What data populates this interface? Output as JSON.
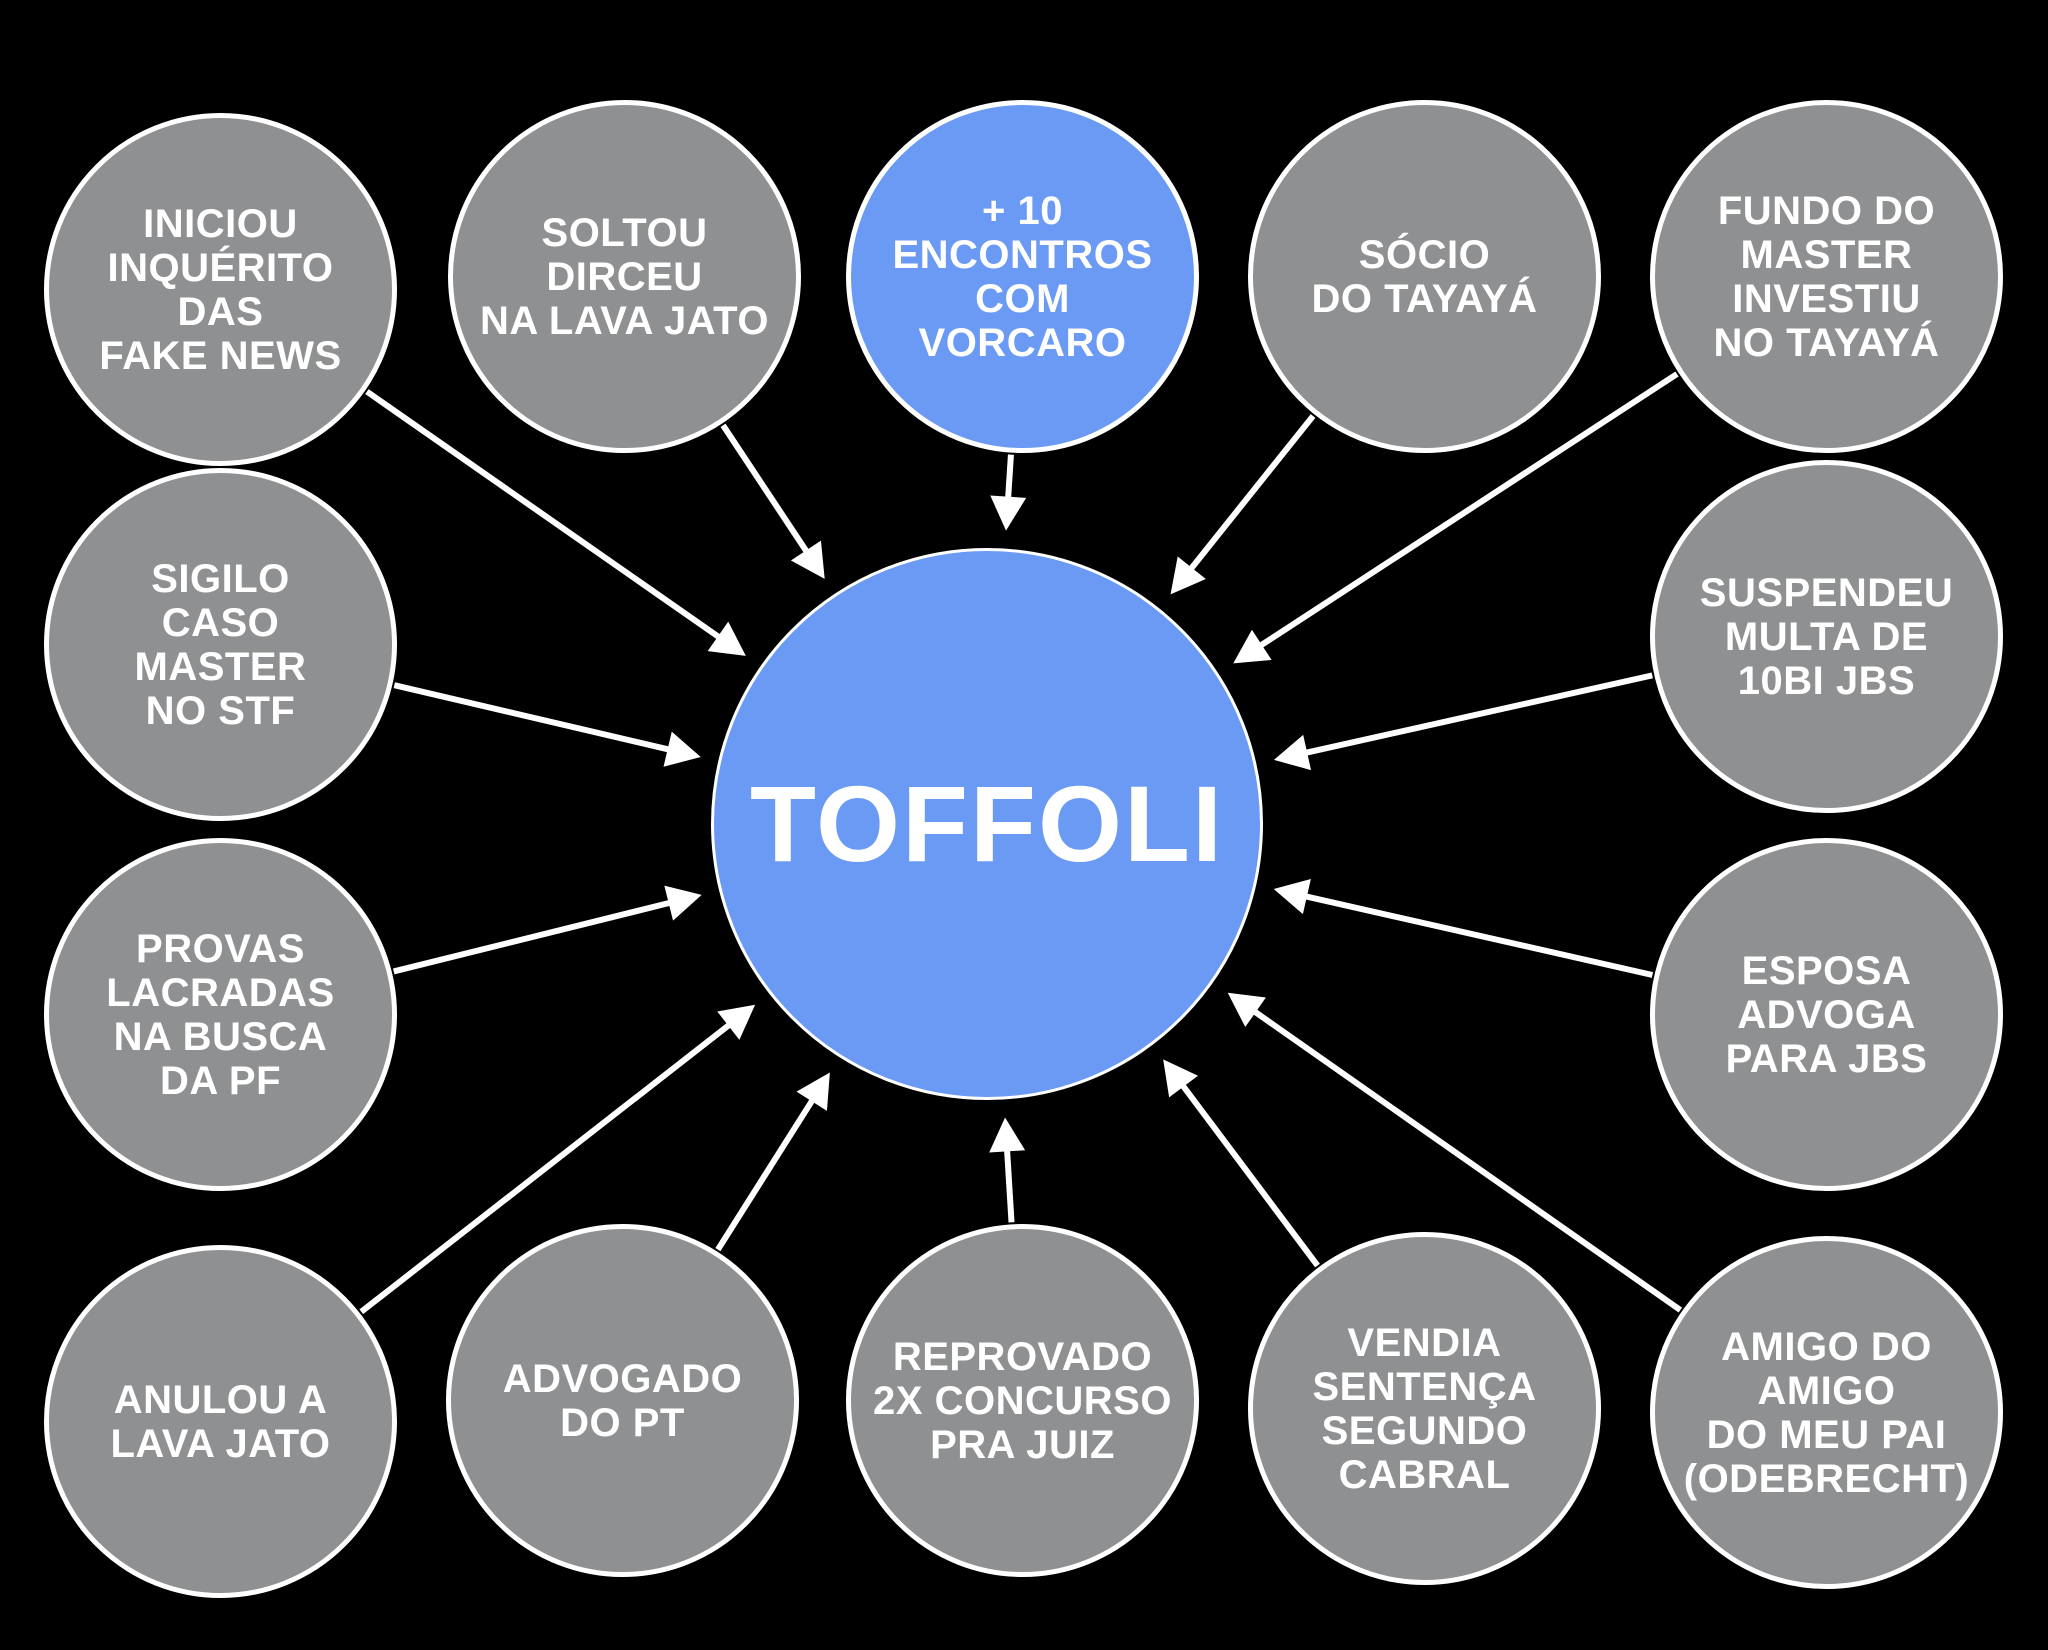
{
  "colors": {
    "background": "#000000",
    "node_fill": "#8f9092",
    "highlight_fill": "#6b9af4",
    "center_fill": "#6b9af4",
    "outline": "#ffffff",
    "text": "#ffffff",
    "arrow": "#ffffff"
  },
  "center": {
    "label": "TOFFOLI"
  },
  "nodes": [
    {
      "id": "inquerito-fake-news",
      "label": "INICIOU\nINQUÉRITO\nDAS\nFAKE NEWS"
    },
    {
      "id": "soltou-dirceu",
      "label": "SOLTOU DIRCEU\nNA LAVA JATO"
    },
    {
      "id": "encontros-vorcaro",
      "label": "+ 10\nENCONTROS\nCOM\nVORCARO",
      "highlight": true
    },
    {
      "id": "socio-tayaya",
      "label": "SÓCIO\nDO TAYAYÁ"
    },
    {
      "id": "fundo-master",
      "label": "FUNDO DO\nMASTER\nINVESTIU\nNO TAYAYÁ"
    },
    {
      "id": "sigilo-master",
      "label": "SIGILO\nCASO\nMASTER\nNO STF"
    },
    {
      "id": "suspendeu-multa",
      "label": "SUSPENDEU\nMULTA DE\n10BI JBS"
    },
    {
      "id": "provas-lacradas",
      "label": "PROVAS\nLACRADAS\nNA BUSCA\nDA PF"
    },
    {
      "id": "esposa-jbs",
      "label": "ESPOSA\nADVOGA\nPARA JBS"
    },
    {
      "id": "anulou-lava-jato",
      "label": "ANULOU A\nLAVA JATO"
    },
    {
      "id": "advogado-pt",
      "label": "ADVOGADO\nDO PT"
    },
    {
      "id": "reprovado-concurso",
      "label": "REPROVADO\n2X CONCURSO\nPRA JUIZ"
    },
    {
      "id": "vendia-sentenca",
      "label": "VENDIA\nSENTENÇA\nSEGUNDO\nCABRAL"
    },
    {
      "id": "amigo-odebrecht",
      "label": "AMIGO DO\nAMIGO\nDO MEU PAI\n(ODEBRECHT)"
    }
  ]
}
